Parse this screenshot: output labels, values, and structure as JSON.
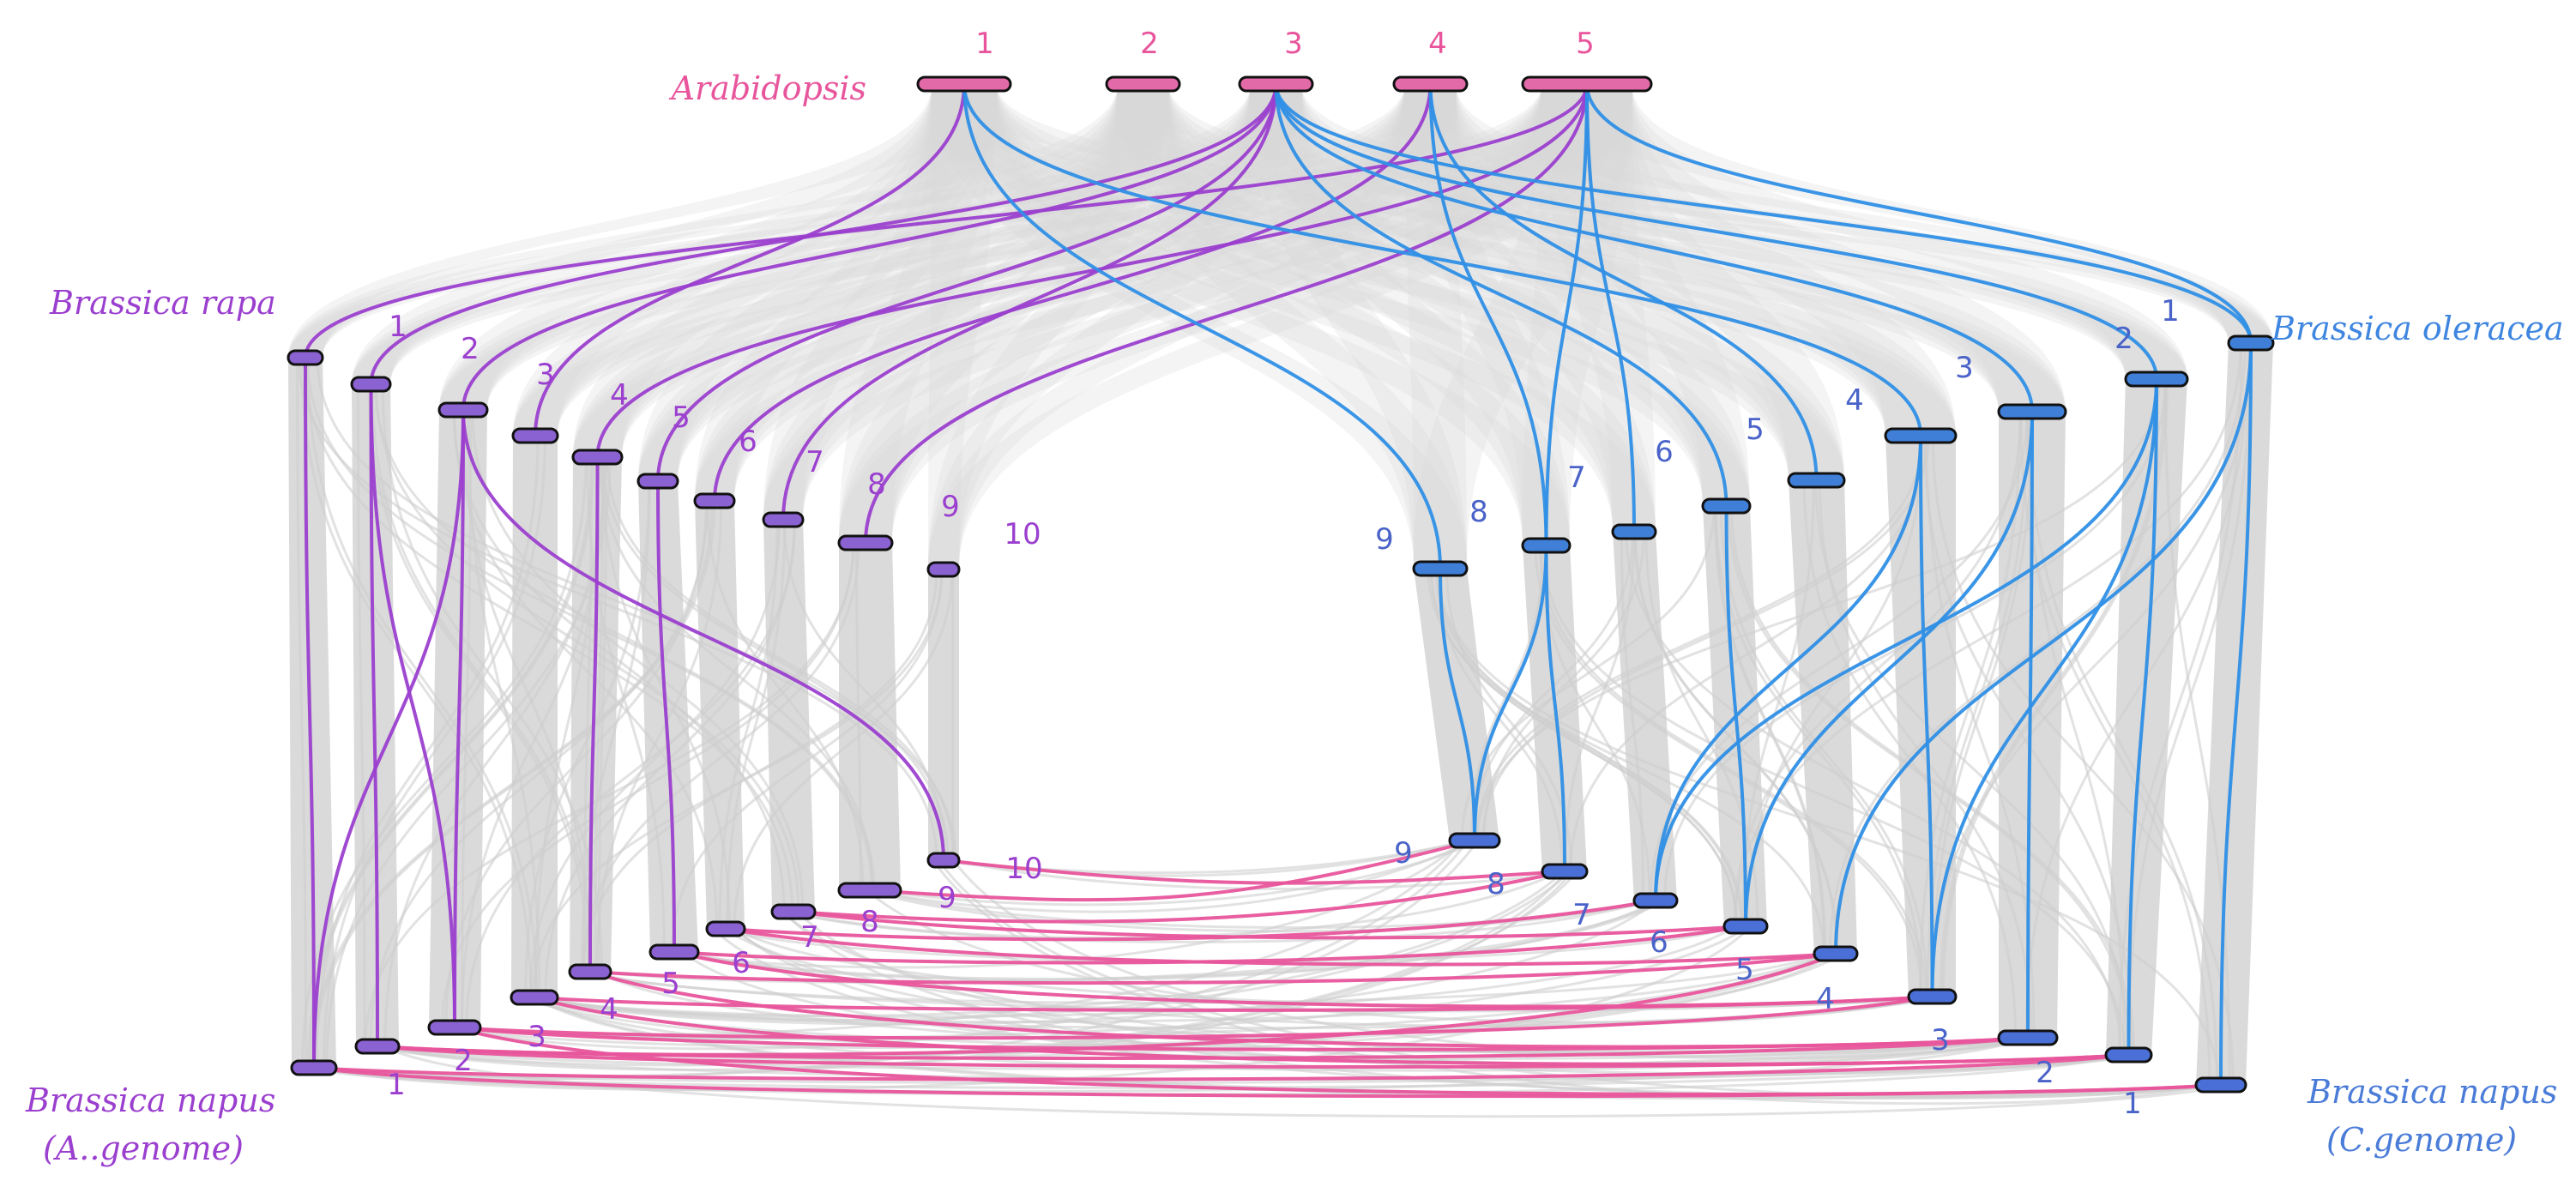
{
  "colors": {
    "background": "#ffffff",
    "synteny_gray": "#d7d7d7",
    "arabidopsis_pink": "#e8559c",
    "rapa_purple": "#9b3fcf",
    "oleracea_blue": "#2f8fe6",
    "napus_c_blue": "#4a6fd6",
    "chromosome_fill": "#8b62d1",
    "chromosome_edge": "#111111"
  },
  "genomes": {
    "arabidopsis": {
      "label": "Arabidopsis",
      "chromosomes": [
        "1",
        "2",
        "3",
        "4",
        "5"
      ]
    },
    "brassica_rapa": {
      "label": "Brassica rapa",
      "chromosomes": [
        "1",
        "2",
        "3",
        "4",
        "5",
        "6",
        "7",
        "8",
        "9",
        "10"
      ]
    },
    "brassica_oleracea": {
      "label": "Brassica oleracea",
      "chromosomes": [
        "1",
        "2",
        "3",
        "4",
        "5",
        "6",
        "7",
        "8",
        "9"
      ]
    },
    "brassica_napus_a": {
      "label_line1": "Brassica napus",
      "label_line2": "(A..genome)",
      "chromosomes": [
        "1",
        "2",
        "3",
        "4",
        "5",
        "6",
        "7",
        "8",
        "9",
        "10"
      ]
    },
    "brassica_napus_c": {
      "label_line1": "Brassica napus",
      "label_line2": "(C.genome)",
      "chromosomes": [
        "1",
        "2",
        "3",
        "4",
        "5",
        "6",
        "7",
        "8",
        "9"
      ]
    }
  },
  "links": {
    "purple": [
      [
        "arabidopsis",
        0,
        "brassica_rapa",
        3
      ],
      [
        "arabidopsis",
        2,
        "brassica_rapa",
        1
      ],
      [
        "arabidopsis",
        2,
        "brassica_rapa",
        2
      ],
      [
        "arabidopsis",
        2,
        "brassica_rapa",
        5
      ],
      [
        "arabidopsis",
        2,
        "brassica_rapa",
        7
      ],
      [
        "arabidopsis",
        3,
        "brassica_rapa",
        6
      ],
      [
        "arabidopsis",
        4,
        "brassica_rapa",
        0
      ],
      [
        "arabidopsis",
        4,
        "brassica_rapa",
        4
      ],
      [
        "arabidopsis",
        4,
        "brassica_rapa",
        8
      ],
      [
        "brassica_rapa",
        0,
        "brassica_napus_a",
        0
      ],
      [
        "brassica_rapa",
        1,
        "brassica_napus_a",
        1
      ],
      [
        "brassica_rapa",
        2,
        "brassica_napus_a",
        2
      ],
      [
        "brassica_rapa",
        2,
        "brassica_napus_a",
        0
      ],
      [
        "brassica_rapa",
        4,
        "brassica_napus_a",
        4
      ],
      [
        "brassica_rapa",
        5,
        "brassica_napus_a",
        5
      ],
      [
        "brassica_rapa",
        2,
        "brassica_napus_a",
        9
      ],
      [
        "brassica_rapa",
        1,
        "brassica_napus_a",
        2
      ]
    ],
    "blue": [
      [
        "arabidopsis",
        0,
        "brassica_oleracea",
        8
      ],
      [
        "arabidopsis",
        0,
        "brassica_oleracea",
        3
      ],
      [
        "arabidopsis",
        2,
        "brassica_oleracea",
        0
      ],
      [
        "arabidopsis",
        2,
        "brassica_oleracea",
        1
      ],
      [
        "arabidopsis",
        2,
        "brassica_oleracea",
        2
      ],
      [
        "arabidopsis",
        2,
        "brassica_oleracea",
        5
      ],
      [
        "arabidopsis",
        3,
        "brassica_oleracea",
        7
      ],
      [
        "arabidopsis",
        3,
        "brassica_oleracea",
        4
      ],
      [
        "arabidopsis",
        4,
        "brassica_oleracea",
        0
      ],
      [
        "arabidopsis",
        4,
        "brassica_oleracea",
        6
      ],
      [
        "arabidopsis",
        4,
        "brassica_oleracea",
        7
      ],
      [
        "brassica_oleracea",
        0,
        "brassica_napus_c",
        0
      ],
      [
        "brassica_oleracea",
        1,
        "brassica_napus_c",
        1
      ],
      [
        "brassica_oleracea",
        1,
        "brassica_napus_c",
        3
      ],
      [
        "brassica_oleracea",
        2,
        "brassica_napus_c",
        2
      ],
      [
        "brassica_oleracea",
        2,
        "brassica_napus_c",
        5
      ],
      [
        "brassica_oleracea",
        3,
        "brassica_napus_c",
        3
      ],
      [
        "brassica_oleracea",
        3,
        "brassica_napus_c",
        6
      ],
      [
        "brassica_oleracea",
        5,
        "brassica_napus_c",
        5
      ],
      [
        "brassica_oleracea",
        8,
        "brassica_napus_c",
        8
      ],
      [
        "brassica_oleracea",
        7,
        "brassica_napus_c",
        8
      ],
      [
        "brassica_oleracea",
        7,
        "brassica_napus_c",
        7
      ],
      [
        "brassica_oleracea",
        0,
        "brassica_napus_c",
        4
      ],
      [
        "brassica_oleracea",
        1,
        "brassica_napus_c",
        6
      ]
    ],
    "pink": [
      [
        "brassica_napus_a",
        0,
        "brassica_napus_c",
        0
      ],
      [
        "brassica_napus_a",
        0,
        "brassica_napus_c",
        1
      ],
      [
        "brassica_napus_a",
        1,
        "brassica_napus_c",
        1
      ],
      [
        "brassica_napus_a",
        1,
        "brassica_napus_c",
        2
      ],
      [
        "brassica_napus_a",
        2,
        "brassica_napus_c",
        2
      ],
      [
        "brassica_napus_a",
        2,
        "brassica_napus_c",
        3
      ],
      [
        "brassica_napus_a",
        3,
        "brassica_napus_c",
        3
      ],
      [
        "brassica_napus_a",
        3,
        "brassica_napus_c",
        1
      ],
      [
        "brassica_napus_a",
        4,
        "brassica_napus_c",
        4
      ],
      [
        "brassica_napus_a",
        4,
        "brassica_napus_c",
        2
      ],
      [
        "brassica_napus_a",
        5,
        "brassica_napus_c",
        5
      ],
      [
        "brassica_napus_a",
        5,
        "brassica_napus_c",
        3
      ],
      [
        "brassica_napus_a",
        6,
        "brassica_napus_c",
        6
      ],
      [
        "brassica_napus_a",
        6,
        "brassica_napus_c",
        4
      ],
      [
        "brassica_napus_a",
        7,
        "brassica_napus_c",
        7
      ],
      [
        "brassica_napus_a",
        7,
        "brassica_napus_c",
        5
      ],
      [
        "brassica_napus_a",
        8,
        "brassica_napus_c",
        8
      ],
      [
        "brassica_napus_a",
        9,
        "brassica_napus_c",
        7
      ],
      [
        "brassica_napus_a",
        2,
        "brassica_napus_c",
        0
      ],
      [
        "brassica_napus_a",
        1,
        "brassica_napus_c",
        4
      ]
    ]
  }
}
